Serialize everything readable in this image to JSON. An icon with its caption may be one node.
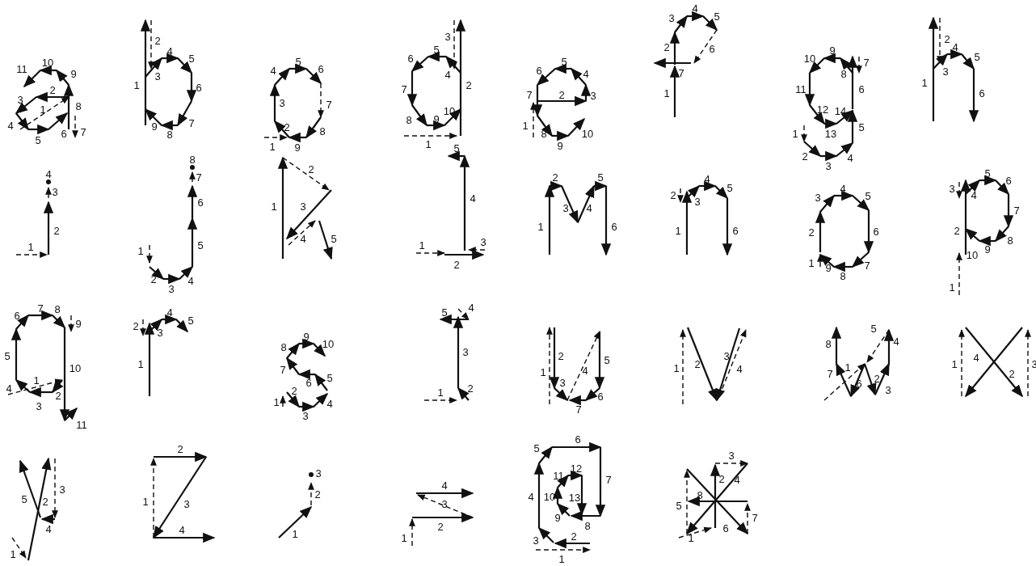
{
  "diagram": {
    "labels": [
      "1",
      "2",
      "3",
      "4",
      "5",
      "6",
      "7",
      "8",
      "9",
      "10",
      "11",
      "1",
      "2",
      "3",
      "4",
      "5",
      "6",
      "7",
      "8",
      "9",
      "1",
      "2",
      "3",
      "4",
      "5",
      "6",
      "7",
      "8",
      "9",
      "1",
      "2",
      "3",
      "4",
      "5",
      "6",
      "7",
      "8",
      "9",
      "10",
      "1",
      "2",
      "3",
      "4",
      "5",
      "6",
      "7",
      "8",
      "9",
      "10",
      "1",
      "2",
      "3",
      "4",
      "5",
      "6",
      "7",
      "1",
      "2",
      "3",
      "4",
      "5",
      "6",
      "7",
      "8",
      "9",
      "10",
      "11",
      "12",
      "13",
      "14",
      "1",
      "2",
      "3",
      "4",
      "5",
      "6",
      "1",
      "2",
      "3",
      "4",
      "1",
      "2",
      "3",
      "4",
      "5",
      "6",
      "7",
      "8",
      "1",
      "2",
      "3",
      "4",
      "5",
      "1",
      "2",
      "3",
      "4",
      "5",
      "1",
      "2",
      "3",
      "4",
      "5",
      "6",
      "1",
      "2",
      "3",
      "4",
      "5",
      "6",
      "1",
      "2",
      "3",
      "4",
      "5",
      "6",
      "7",
      "8",
      "9",
      "1",
      "2",
      "3",
      "4",
      "5",
      "6",
      "7",
      "8",
      "9",
      "10",
      "1",
      "2",
      "3",
      "4",
      "5",
      "6",
      "7",
      "8",
      "9",
      "10",
      "11",
      "1",
      "2",
      "3",
      "4",
      "5",
      "1",
      "2",
      "3",
      "4",
      "5",
      "6",
      "7",
      "8",
      "9",
      "10",
      "1",
      "2",
      "3",
      "4",
      "5",
      "1",
      "2",
      "3",
      "4",
      "5",
      "6",
      "7",
      "1",
      "2",
      "3",
      "4",
      "1",
      "2",
      "3",
      "4",
      "5",
      "6",
      "7",
      "8",
      "1",
      "2",
      "3",
      "4",
      "1",
      "2",
      "3",
      "4",
      "5",
      "1",
      "2",
      "3",
      "4",
      "1",
      "2",
      "3",
      "1",
      "2",
      "3",
      "4",
      "1",
      "2",
      "3",
      "4",
      "5",
      "6",
      "7",
      "8",
      "9",
      "10",
      "11",
      "12",
      "13",
      "1",
      "2",
      "3",
      "4",
      "5",
      "6",
      "7",
      "8"
    ]
  }
}
